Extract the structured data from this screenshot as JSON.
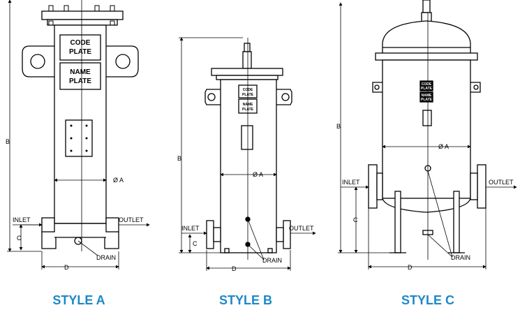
{
  "colors": {
    "line": "#000000",
    "caption": "#1e88c9",
    "background": "#ffffff"
  },
  "styles": [
    {
      "caption": "STYLE A",
      "code_plate": [
        "CODE",
        "PLATE"
      ],
      "name_plate": [
        "NAME",
        "PLATE"
      ],
      "dim_a": "Ø A",
      "dim_b": "B",
      "dim_c": "C",
      "dim_d": "D",
      "inlet": "INLET",
      "outlet": "OUTLET",
      "drain": "DRAIN"
    },
    {
      "caption": "STYLE B",
      "code_plate": [
        "CODE",
        "PLATE"
      ],
      "name_plate": [
        "NAME",
        "PLATE"
      ],
      "dim_a": "Ø A",
      "dim_b": "B",
      "dim_c": "C",
      "dim_d": "D",
      "inlet": "INLET",
      "outlet": "OUTLET",
      "drain": "DRAIN"
    },
    {
      "caption": "STYLE C",
      "code_plate": [
        "CODE",
        "PLATE"
      ],
      "name_plate": [
        "NAME",
        "PLATE"
      ],
      "dim_a": "Ø A",
      "dim_b": "B",
      "dim_c": "C",
      "dim_d": "D",
      "inlet": "INLET",
      "outlet": "OUTLET",
      "drain": "DRAIN"
    }
  ]
}
